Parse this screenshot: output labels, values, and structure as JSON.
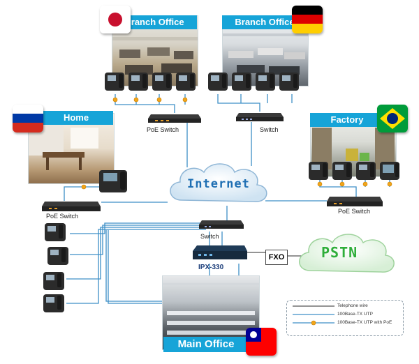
{
  "sites": {
    "branch_jp": "Branch Office",
    "branch_de": "Branch Office",
    "home": "Home",
    "factory": "Factory",
    "main": "Main Office"
  },
  "devices": {
    "poe_switch_top": "PoE Switch",
    "switch_top": "Switch",
    "poe_switch_left": "PoE Switch",
    "poe_switch_right": "PoE Switch",
    "switch_center": "Switch",
    "pbx": "IPX-330",
    "fxo": "FXO"
  },
  "clouds": {
    "internet": "Internet",
    "pstn": "PSTN"
  },
  "legend": {
    "telephone_wire": "Telephone wire",
    "utp": "100Base-TX UTP",
    "utp_poe": "100Base-TX UTP with PoE"
  },
  "colors": {
    "title_blue": "#16a4d8",
    "utp_line": "#3d8fc7",
    "tel_line": "#555555",
    "poe_dot": "#f2a51a",
    "internet_text": "#1f6fb3",
    "pstn_text": "#2fae3a"
  }
}
